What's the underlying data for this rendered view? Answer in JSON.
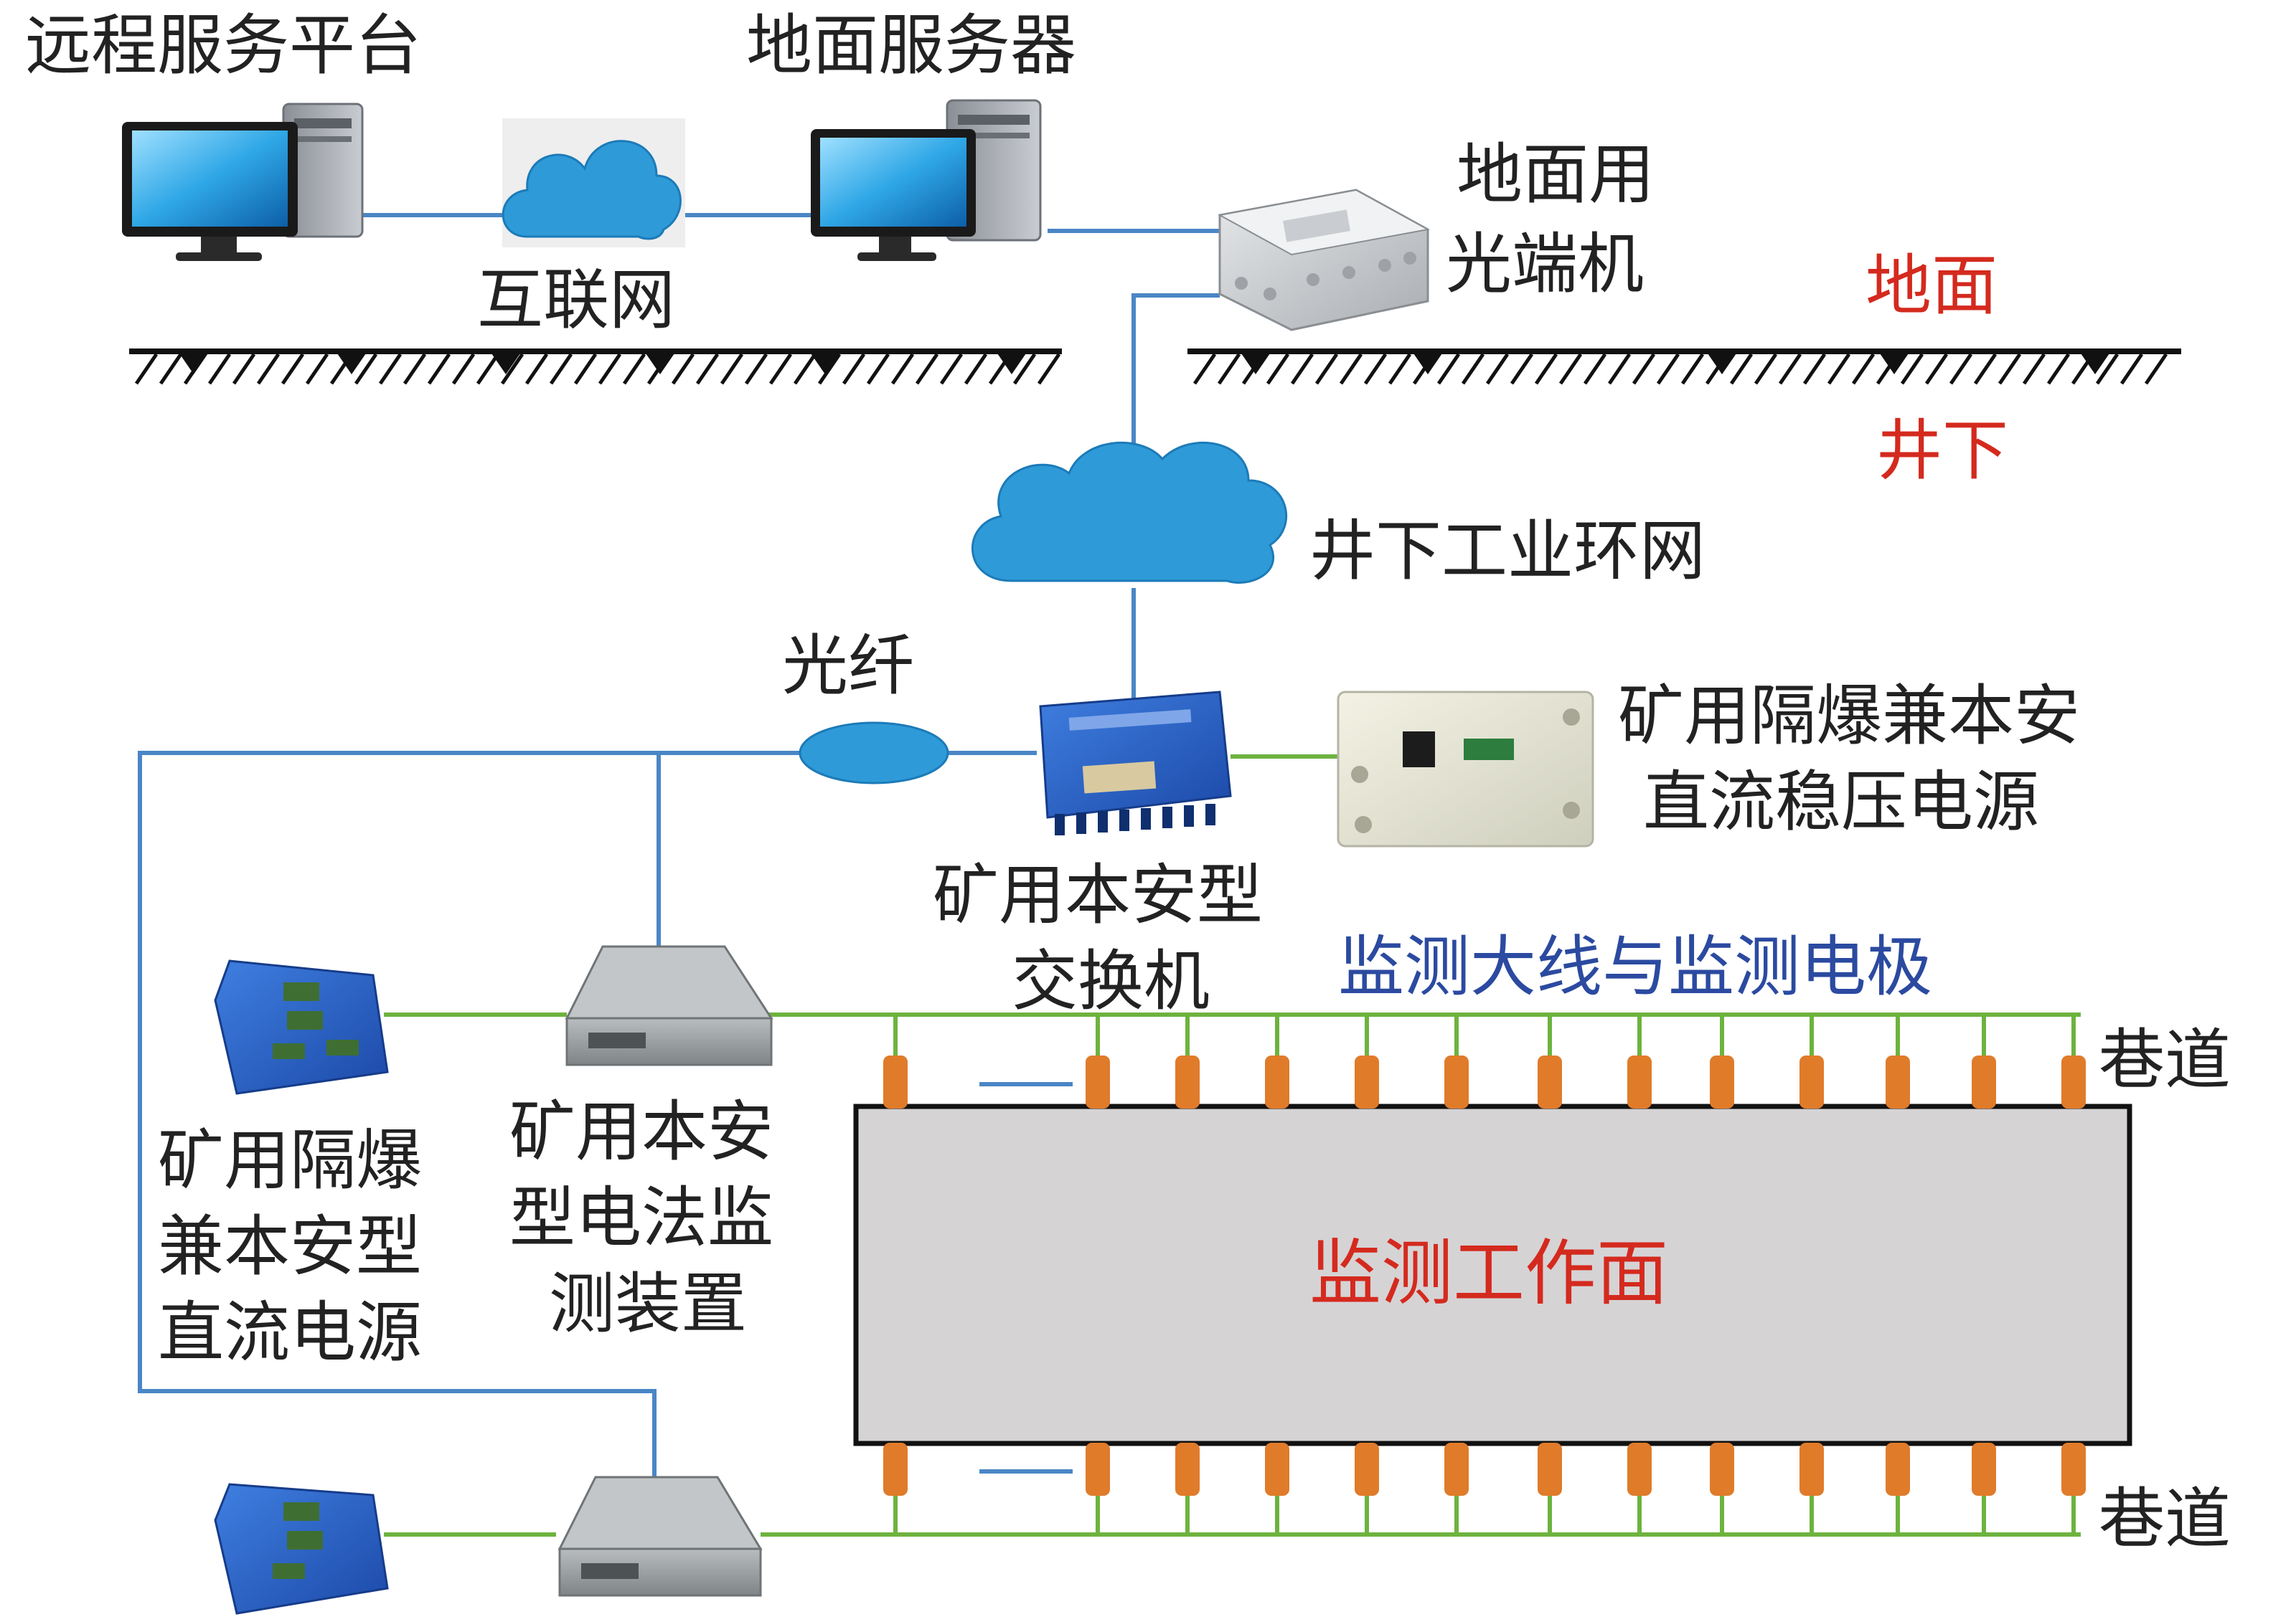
{
  "labels": {
    "remote_platform": "远程服务平台",
    "ground_server": "地面服务器",
    "internet": "互联网",
    "ground_optical_terminal": [
      "地面用",
      "光端机"
    ],
    "surface": "地面",
    "underground": "井下",
    "industrial_ring_network": "井下工业环网",
    "optical_fiber": "光纤",
    "mine_dc_power_top": [
      "矿用隔爆兼本安",
      "直流稳压电源"
    ],
    "mine_switch": [
      "矿用本安型",
      "交换机"
    ],
    "monitoring_cable_electrodes": "监测大线与监测电极",
    "roadway_top": "巷道",
    "roadway_bottom": "巷道",
    "mine_dc_power_left": [
      "矿用隔爆",
      "兼本安型",
      "直流电源"
    ],
    "electrical_monitoring_device": [
      "矿用本安",
      "型电法监",
      "测装置"
    ],
    "working_face": "监测工作面"
  },
  "colors": {
    "link_line": "#4a86c5",
    "monitor_cable": "#6db33f",
    "electrode": "#e07b2a",
    "working_face_fill": "#d6d3d5",
    "cloud": "#2f9ad8",
    "red_text": "#d42a1e",
    "blue_text": "#2b4aa0"
  },
  "icons": {
    "remote_computer": "desktop-computer-icon",
    "ground_server_computer": "desktop-computer-icon",
    "internet_cloud": "cloud-icon",
    "ring_network_cloud": "cloud-icon",
    "fiber_node": "ellipse-node-icon",
    "ground_optical_terminal": "explosion-proof-box-icon",
    "mine_switch": "blue-switch-box-icon",
    "dc_power_top": "power-supply-box-icon",
    "dc_power_left": "blue-power-box-icon",
    "monitoring_device": "gray-device-box-icon"
  }
}
